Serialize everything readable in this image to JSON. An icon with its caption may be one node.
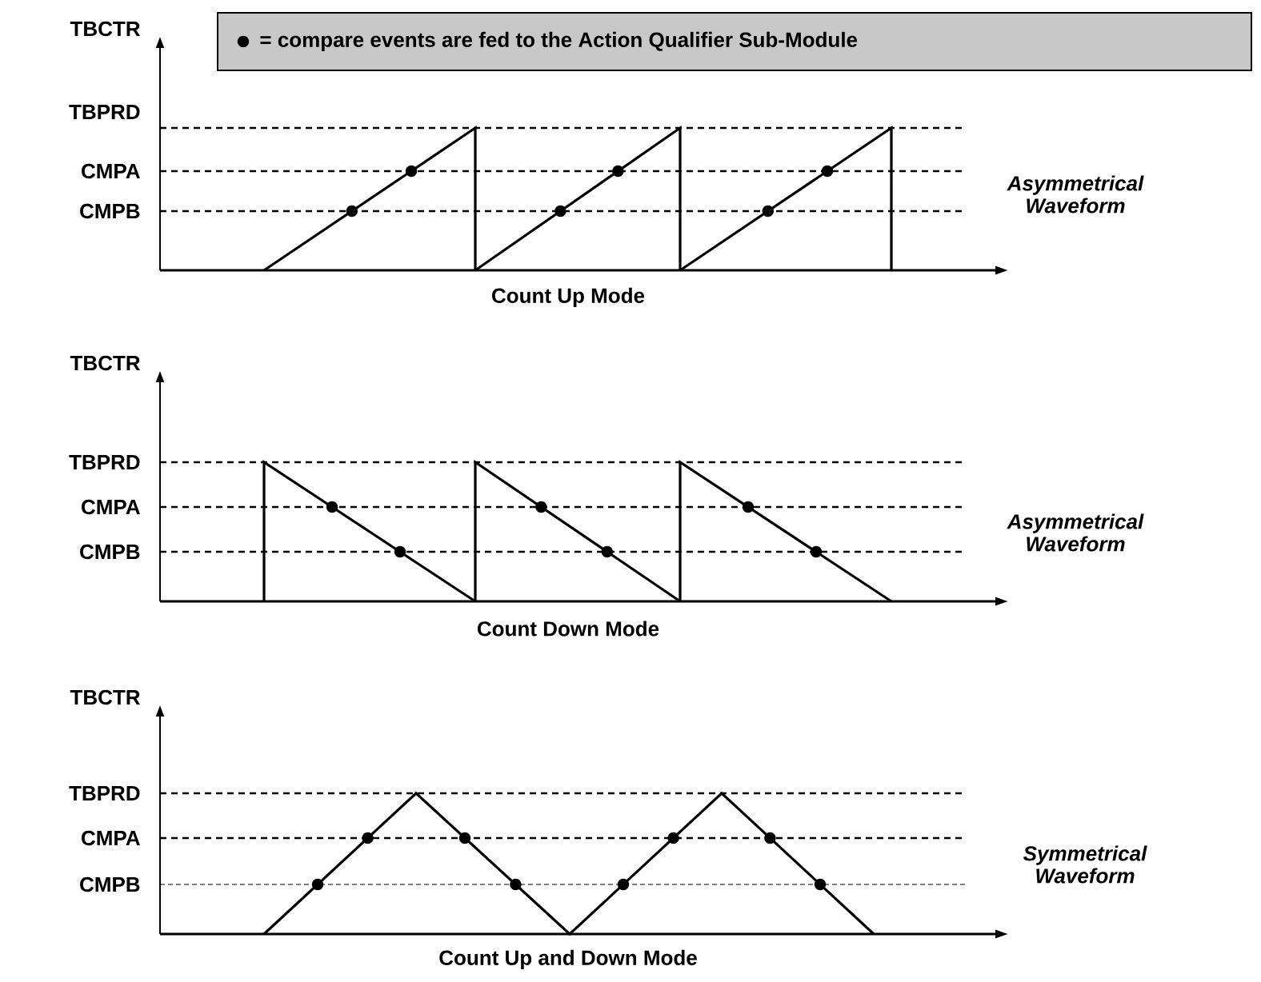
{
  "diagram": {
    "labels": [
      "TBCTR",
      "TBPRD",
      "CMPA",
      "CMPB",
      "Asymmetrical Waveform",
      "Count Up Mode",
      "TBCTR",
      "TBPRD",
      "CMPA",
      "CMPB",
      "Asymmetrical Waveform",
      "Count Down Mode",
      "TBCTR",
      "TBPRD",
      "CMPA",
      "CMPB",
      "Symmetrical Waveform",
      "Count Up and Down Mode"
    ],
    "legend": [
      {
        "text": "= compare events are fed to the Action Qualifier Sub-Module"
      }
    ]
  }
}
